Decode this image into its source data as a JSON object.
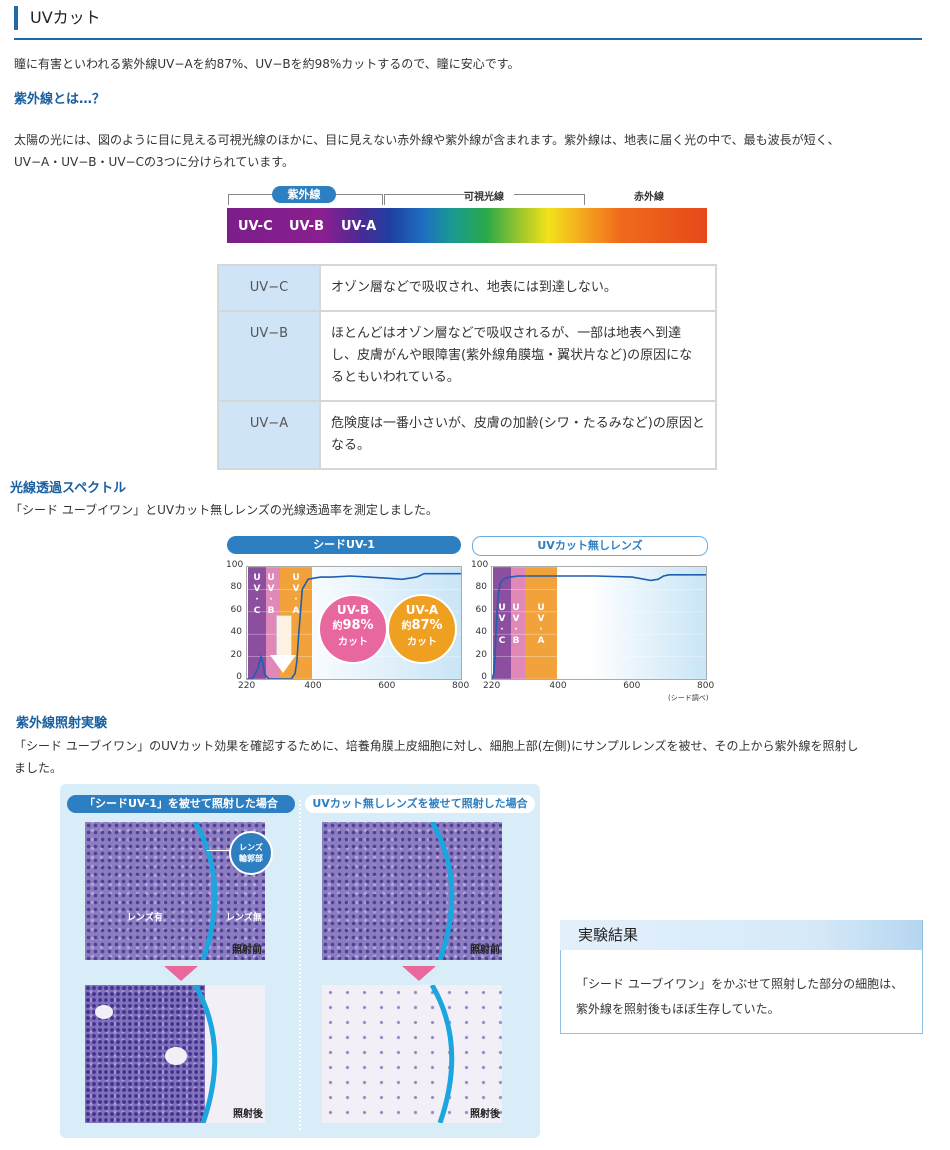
{
  "page": {
    "title": "UVカット",
    "intro": "瞳に有害といわれる紫外線UV−Aを約87%、UV−Bを約98%カットするので、瞳に安心です。"
  },
  "uv_section": {
    "heading": "紫外線とは…？",
    "body_line1": "太陽の光には、図のように目に見える可視光線のほかに、目に見えない赤外線や紫外線が含まれます。紫外線は、地表に届く光の中で、最も波長が短く、",
    "body_line2": "UV−A・UV−B・UV−Cの3つに分けられています。",
    "spectrum": {
      "uv_label": "紫外線",
      "visible_label": "可視光線",
      "infrared_label": "赤外線",
      "bands": [
        "UV-C",
        "UV-B",
        "UV-A"
      ]
    },
    "table": [
      {
        "key": "UV−C",
        "desc": "オゾン層などで吸収され、地表には到達しない。"
      },
      {
        "key": "UV−B",
        "desc": "ほとんどはオゾン層などで吸収されるが、一部は地表へ到達し、皮膚がんや眼障害(紫外線角膜塩・翼状片など)の原因になるともいわれている。"
      },
      {
        "key": "UV−A",
        "desc": "危険度は一番小さいが、皮膚の加齢(シワ・たるみなど)の原因となる。"
      }
    ]
  },
  "spectrum_section": {
    "heading": "光線透過スペクトル",
    "body": "「シード ユーブイワン」とUVカット無しレンズの光線透過率を測定しました。",
    "source_note": "(シード調べ)",
    "badge_uvb": {
      "name": "UV-B",
      "prefix": "約",
      "value": "98%",
      "suffix": "カット"
    },
    "badge_uva": {
      "name": "UV-A",
      "prefix": "約",
      "value": "87%",
      "suffix": "カット"
    }
  },
  "chart_data": [
    {
      "type": "line",
      "title": "シードUV-1",
      "xlabel": "",
      "ylabel": "",
      "xlim": [
        220,
        800
      ],
      "ylim": [
        0,
        100
      ],
      "x_ticks": [
        220,
        400,
        600,
        800
      ],
      "y_ticks": [
        0,
        20,
        40,
        60,
        80,
        100
      ],
      "band_labels": [
        "UV-C",
        "UV-B",
        "UV-A"
      ],
      "series": [
        {
          "x": [
            220,
            235,
            250,
            258,
            262,
            268,
            280,
            300,
            320,
            340,
            350,
            355,
            360,
            370,
            385,
            400,
            420,
            450,
            500,
            550,
            600,
            640,
            660,
            680,
            700,
            750,
            800
          ],
          "y": [
            0,
            0,
            10,
            20,
            16,
            4,
            0,
            0,
            0,
            0,
            5,
            15,
            40,
            80,
            89,
            90,
            91,
            91,
            92,
            91,
            90,
            89,
            90,
            91,
            94,
            94,
            94
          ]
        }
      ]
    },
    {
      "type": "line",
      "title": "UVカット無しレンズ",
      "xlabel": "",
      "ylabel": "",
      "xlim": [
        220,
        800
      ],
      "ylim": [
        0,
        100
      ],
      "x_ticks": [
        220,
        400,
        600,
        800
      ],
      "y_ticks": [
        0,
        20,
        40,
        60,
        80,
        100
      ],
      "band_labels": [
        "UV-C",
        "UV-B",
        "UV-A"
      ],
      "series": [
        {
          "x": [
            220,
            225,
            228,
            232,
            237,
            242,
            248,
            255,
            270,
            290,
            320,
            360,
            400,
            500,
            600,
            650,
            670,
            685,
            700,
            750,
            800
          ],
          "y": [
            0,
            5,
            20,
            50,
            75,
            85,
            88,
            90,
            91,
            92,
            92,
            92,
            92,
            92,
            91,
            88,
            89,
            92,
            93,
            93,
            93
          ]
        }
      ]
    }
  ],
  "experiment_section": {
    "heading": "紫外線照射実験",
    "body_line1": "「シード ユーブイワン」のUVカット効果を確認するために、培養角膜上皮細胞に対し、細胞上部(左側)にサンプルレンズを被せ、その上から紫外線を照射し",
    "body_line2": "ました。",
    "left_title": "「シードUV-1」を被せて照射した場合",
    "right_title": "UVカット無しレンズを被せて照射した場合",
    "edge_label_line1": "レンズ",
    "edge_label_line2": "輪郭部",
    "with_lens": "レンズ有",
    "without_lens": "レンズ無",
    "before": "照射前",
    "after": "照射後"
  },
  "result": {
    "title": "実験結果",
    "text_line1": "「シード ユーブイワン」をかぶせて照射した部分の細胞は、",
    "text_line2": "紫外線を照射後もほぼ生存していた。"
  }
}
